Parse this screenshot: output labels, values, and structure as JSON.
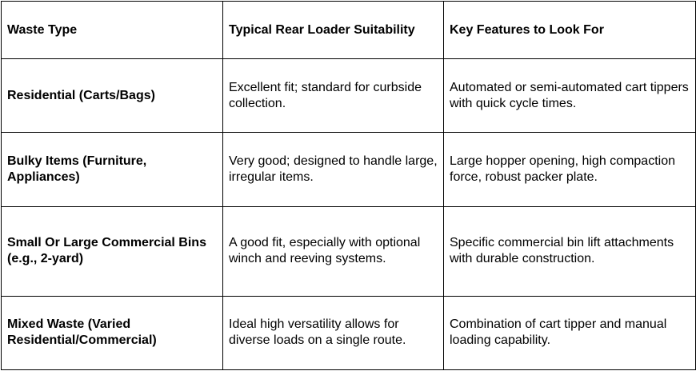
{
  "table": {
    "headers": [
      "Waste Type",
      "Typical Rear Loader Suitability",
      "Key Features to Look For"
    ],
    "rows": [
      [
        "Residential (Carts/Bags)",
        "Excellent fit; standard for curbside collection.",
        "Automated or semi-automated cart tippers with quick cycle times."
      ],
      [
        "Bulky Items (Furniture, Appliances)",
        "Very good; designed to handle large, irregular items.",
        "Large hopper opening, high compaction force, robust packer plate."
      ],
      [
        "Small Or Large Commercial Bins (e.g., 2-yard)",
        "A good fit, especially with optional winch and reeving systems.",
        "Specific commercial bin lift attachments with durable construction."
      ],
      [
        "Mixed Waste (Varied Residential/Commercial)",
        "Ideal high versatility allows for diverse loads on a single route.",
        "Combination of cart tipper and manual loading capability."
      ]
    ]
  }
}
